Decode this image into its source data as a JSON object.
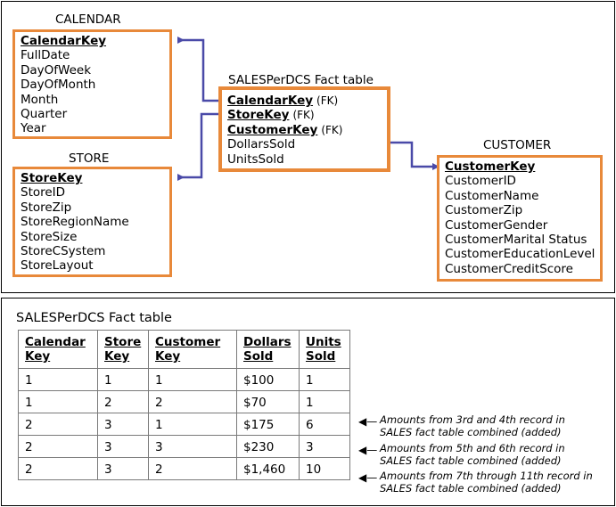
{
  "schema": {
    "calendar": {
      "title": "CALENDAR",
      "pk": "CalendarKey",
      "attributes": [
        "FullDate",
        "DayOfWeek",
        "DayOfMonth",
        "Month",
        "Quarter",
        "Year"
      ]
    },
    "store": {
      "title": "STORE",
      "pk": "StoreKey",
      "attributes": [
        "StoreID",
        "StoreZip",
        "StoreRegionName",
        "StoreSize",
        "StoreCSystem",
        "StoreLayout"
      ]
    },
    "fact": {
      "title": "SALESPerDCS Fact table",
      "keys": [
        {
          "name": "CalendarKey",
          "tag": "(FK)"
        },
        {
          "name": "StoreKey",
          "tag": "(FK)"
        },
        {
          "name": "CustomerKey",
          "tag": "(FK)"
        }
      ],
      "measures": [
        "DollarsSold",
        "UnitsSold"
      ]
    },
    "customer": {
      "title": "CUSTOMER",
      "pk": "CustomerKey",
      "attributes": [
        "CustomerID",
        "CustomerName",
        "CustomerZip",
        "CustomerGender",
        "CustomerMarital Status",
        "CustomerEducationLevel",
        "CustomerCreditScore"
      ]
    },
    "link_color": "#4a4aa8",
    "box_border_color": "#e8893a"
  },
  "table": {
    "title": "SALESPerDCS Fact table",
    "headers": [
      [
        "Calendar",
        "Key"
      ],
      [
        "Store",
        "Key"
      ],
      [
        "Customer",
        "Key"
      ],
      [
        "Dollars",
        "Sold"
      ],
      [
        "Units",
        "Sold"
      ]
    ],
    "rows": [
      [
        "1",
        "1",
        "1",
        "$100",
        "1"
      ],
      [
        "1",
        "2",
        "2",
        "$70",
        "1"
      ],
      [
        "2",
        "3",
        "1",
        "$175",
        "6"
      ],
      [
        "2",
        "3",
        "3",
        "$230",
        "3"
      ],
      [
        "2",
        "3",
        "2",
        "$1,460",
        "10"
      ]
    ]
  },
  "notes": [
    {
      "line1": "Amounts from 3rd and 4th record in",
      "line2": "SALES fact table combined (added)"
    },
    {
      "line1": "Amounts from 5th and 6th record in",
      "line2": "SALES fact table combined (added)"
    },
    {
      "line1": "Amounts from 7th through 11th record in",
      "line2": "SALES fact table combined (added)"
    }
  ]
}
